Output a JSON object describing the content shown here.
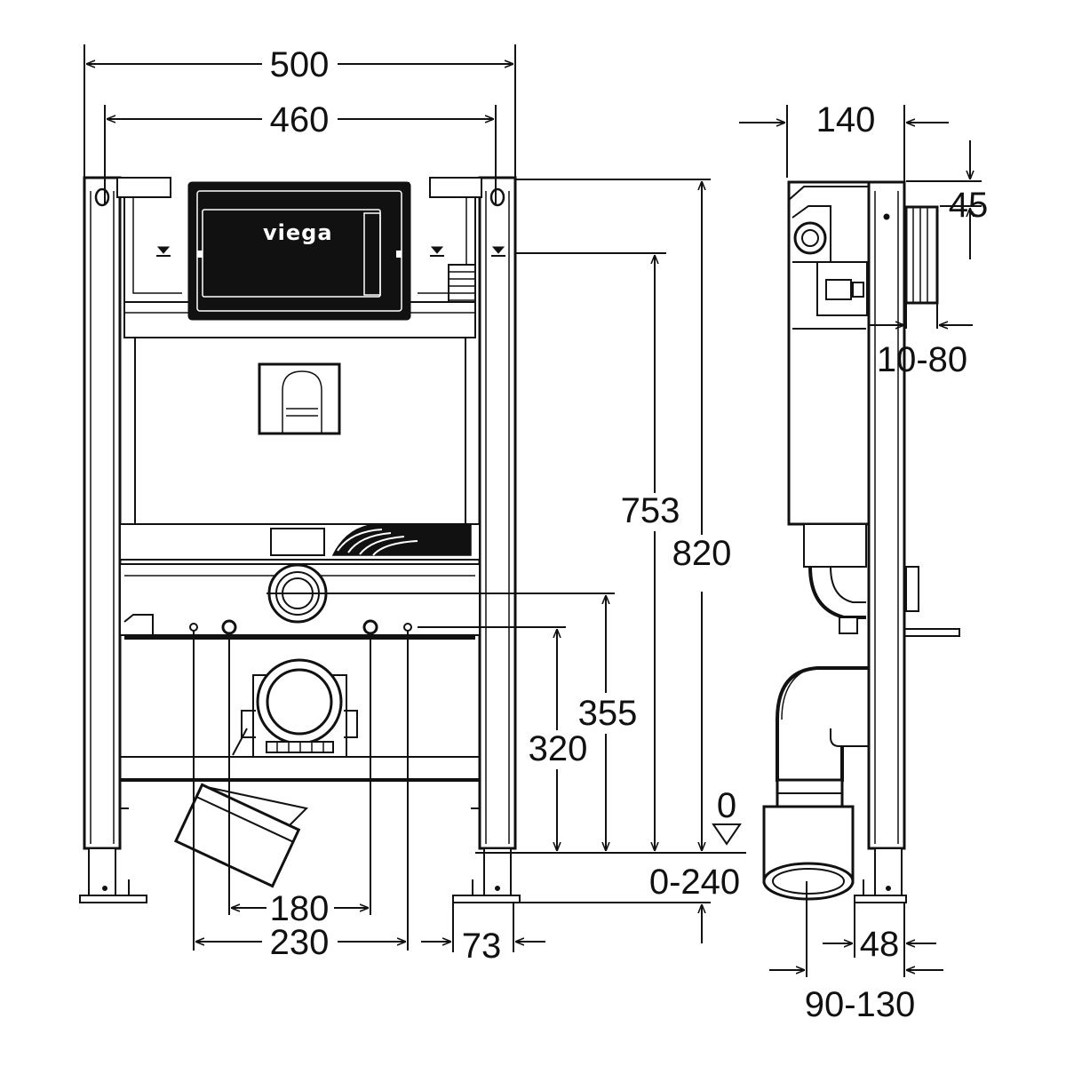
{
  "brand": "viega",
  "zero_label": "0",
  "dimensions": {
    "width_total": "500",
    "width_inner": "460",
    "depth": "140",
    "top_offset": "45",
    "plate_adjust": "10-80",
    "height_frame": "820",
    "height_flush": "753",
    "height_inlet": "355",
    "height_bolts": "320",
    "leg_adjust": "0-240",
    "bolt_spacing_inner": "180",
    "bolt_spacing_outer": "230",
    "foot_width": "73",
    "foot_depth": "48",
    "bend_offset": "90-130"
  }
}
